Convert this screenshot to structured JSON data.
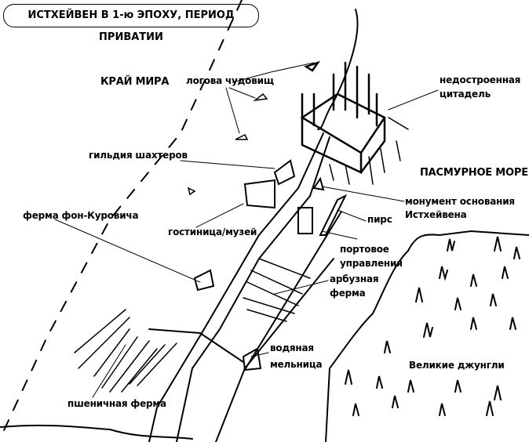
{
  "title": "ИСТХЕЙВЕН В 1-ю ЭПОХУ, ПЕРИОД ПРИВАТИИ",
  "regions": {
    "edge": "КРАЙ МИРА",
    "sea": "ПАСМУРНОЕ МОРЕ",
    "jungle": "Великие джунгли"
  },
  "places": {
    "lairs": "логова чудовищ",
    "citadel_1": "недостроенная",
    "citadel_2": "цитадель",
    "miners": "гильдия шахтеров",
    "monument_1": "монумент основания",
    "monument_2": "Истхейвена",
    "farm_kurovich": "ферма фон-Куровича",
    "pier": "пирс",
    "hotel": "гостиница/музей",
    "port_1": "портовое",
    "port_2": "управления",
    "melon_1": "арбузная",
    "melon_2": "ферма",
    "mill_1": "водяная",
    "mill_2": "мельница",
    "wheat": "пшеничная ферма"
  }
}
